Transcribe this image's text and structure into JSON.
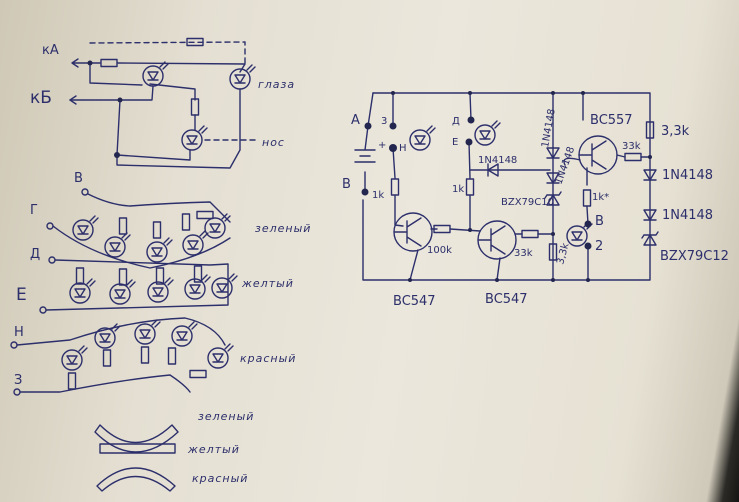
{
  "face_circuit": {
    "to_a": "кА",
    "to_b": "кБ",
    "eyes": "глаза",
    "nose": "нос"
  },
  "led_strips": {
    "terminals": [
      "В",
      "Г",
      "Д",
      "Е",
      "Н",
      "З"
    ],
    "green": "зеленый",
    "yellow": "желтый",
    "red": "красный"
  },
  "legend": {
    "green": "зеленый",
    "yellow": "желтый",
    "red": "красный"
  },
  "main_circuit": {
    "term_a": "A",
    "term_3": "3",
    "plus": "+",
    "term_h": "Н",
    "term_b": "B",
    "r_b": "1k",
    "term_d": "Д",
    "term_e": "E",
    "d1": "1N4148",
    "r_1k": "1k",
    "d2": "1N4148",
    "d3": "1N4148",
    "zener1": "BZX79C10",
    "q3": "BC557",
    "r_33k_a": "33k",
    "r_3k3_a": "3,3k",
    "d4": "1N4148",
    "d5": "1N4148",
    "zener2": "BZX79C12",
    "r_100k": "100k",
    "r_33k_b": "33k",
    "r_3k3_b": "3,3k",
    "r_1k_star": "1k*",
    "term_v": "B",
    "term_2": "2",
    "q1": "BC547",
    "q2": "BC547"
  }
}
